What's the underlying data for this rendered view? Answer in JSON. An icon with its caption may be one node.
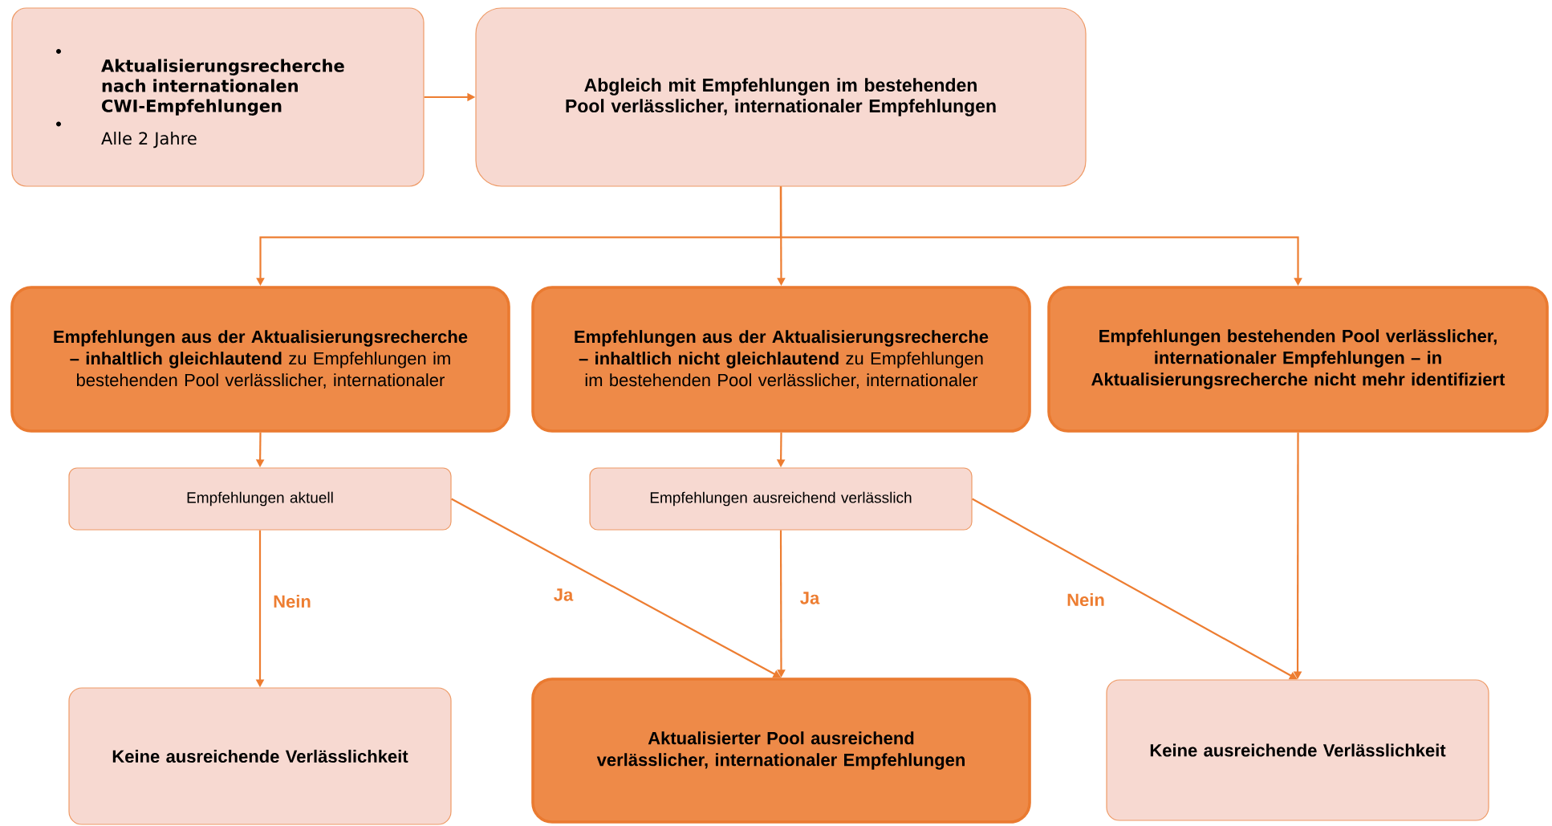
{
  "diagram": {
    "nodes": [
      {
        "text": [
          "Aktualisierungsrecherche nach internationalen CWI-Empfehlungen",
          "Alle 2 Jahre"
        ]
      },
      {
        "text": [
          "Abgleich mit Empfehlungen im bestehenden Pool verlässlicher, internationaler Empfehlungen"
        ]
      },
      {
        "text": [
          "**Empfehlungen aus der Aktualisierungsrecherche – inhaltlich gleichlautend** zu Empfehlungen im bestehenden Pool verlässlicher, internationaler"
        ]
      },
      {
        "text": [
          "**Empfehlungen aus der Aktualisierungsrecherche – inhaltlich nicht gleichlautend** zu Empfehlungen im bestehenden Pool verlässlicher, internationaler"
        ]
      },
      {
        "text": [
          "Empfehlungen bestehenden Pool verlässlicher, internationaler Empfehlungen – in Aktualisierungsrecherche nicht mehr identifiziert"
        ]
      },
      {
        "text": [
          "Empfehlungen aktuell"
        ]
      },
      {
        "text": [
          "Empfehlungen ausreichend verlässlich"
        ]
      },
      {
        "text": [
          "Keine ausreichende Verlässlichkeit"
        ]
      },
      {
        "text": [
          "Aktualisierter Pool ausreichend verlässlicher, internationaler Empfehlungen"
        ]
      },
      {
        "text": [
          "Keine ausreichende Verlässlichkeit"
        ]
      }
    ],
    "edges": [
      {
        "from": 0,
        "to": 1,
        "arrow": "to"
      },
      {
        "from": 1,
        "to": 2,
        "arrow": "to"
      },
      {
        "from": 1,
        "to": 3,
        "arrow": "to"
      },
      {
        "from": 1,
        "to": 4,
        "arrow": "to"
      },
      {
        "from": 2,
        "to": 5,
        "arrow": "to"
      },
      {
        "from": 3,
        "to": 6,
        "arrow": "to"
      },
      {
        "from": 4,
        "to": 9,
        "arrow": "to"
      },
      {
        "from": 5,
        "to": 7,
        "arrow": "to",
        "label": "Nein"
      },
      {
        "from": 5,
        "to": 8,
        "arrow": "to",
        "label": "Ja"
      },
      {
        "from": 6,
        "to": 8,
        "arrow": "to",
        "label": "Ja"
      },
      {
        "from": 6,
        "to": 9,
        "arrow": "to",
        "label": "Nein"
      }
    ]
  }
}
